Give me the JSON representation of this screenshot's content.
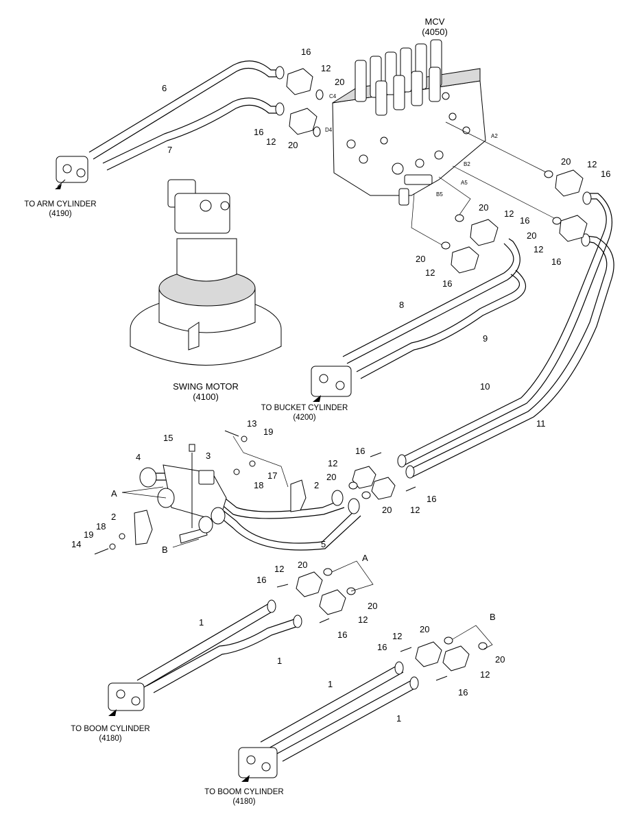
{
  "assemblies": {
    "mcv": {
      "name": "MCV",
      "code": "(4050)"
    },
    "swing_motor": {
      "name": "SWING MOTOR",
      "code": "(4100)"
    },
    "arm_cylinder": {
      "name": "TO ARM CYLINDER",
      "code": "(4190)"
    },
    "bucket_cylinder": {
      "name": "TO BUCKET CYLINDER",
      "code": "(4200)"
    },
    "boom_cylinder_left": {
      "name": "TO BOOM CYLINDER",
      "code": "(4180)"
    },
    "boom_cylinder_bottom": {
      "name": "TO BOOM CYLINDER",
      "code": "(4180)"
    }
  },
  "ports": {
    "c4": "C4",
    "d4": "D4",
    "a2": "A2",
    "b2": "B2",
    "a5": "A5",
    "b5": "B5"
  },
  "markers": {
    "a": "A",
    "b": "B"
  },
  "callouts": {
    "c1": "1",
    "c2": "2",
    "c3": "3",
    "c4": "4",
    "c5": "5",
    "c6": "6",
    "c7": "7",
    "c8": "8",
    "c9": "9",
    "c10": "10",
    "c11": "11",
    "c12": "12",
    "c13": "13",
    "c14": "14",
    "c15": "15",
    "c16": "16",
    "c17": "17",
    "c18": "18",
    "c19": "19",
    "c20": "20"
  }
}
